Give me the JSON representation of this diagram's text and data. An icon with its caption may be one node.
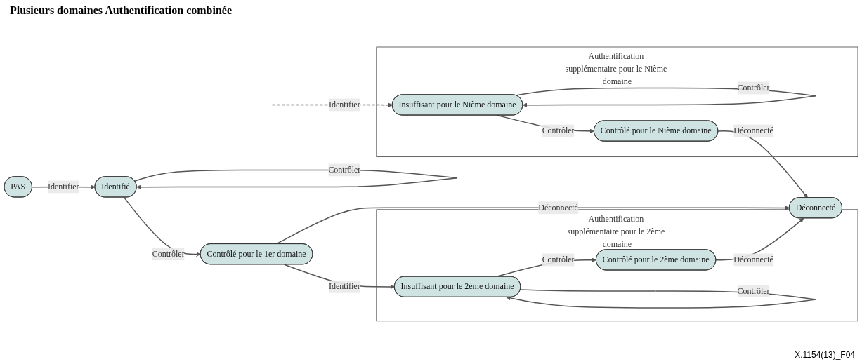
{
  "diagram": {
    "title": "Plusieurs domaines Authentification combinée",
    "nodes": [
      {
        "text": [
          "PAS"
        ]
      },
      {
        "text": [
          "Identifié"
        ]
      },
      {
        "text": [
          "Contrôlé pour le 1er domaine"
        ]
      },
      {
        "text": [
          "Authentification supplémentaire pour le 2ème domaine"
        ]
      },
      {
        "text": [
          "Insuffisant pour le 2ème domaine"
        ],
        "in": 3
      },
      {
        "text": [
          "Contrôlé pour le 2ème domaine"
        ],
        "in": 3
      },
      {
        "text": [
          "Déconnecté"
        ]
      },
      {
        "text": [
          "Authentification supplémentaire pour le Nième domaine"
        ]
      },
      {
        "text": [
          "Insuffisant pour le Nième domaine"
        ],
        "in": 7
      },
      {
        "text": [
          "Contrôlé pour le Nième domaine"
        ],
        "in": 7
      }
    ],
    "edges": [
      {
        "from": 0,
        "to": 1,
        "arrow": "to",
        "label": "Identifier"
      },
      {
        "from": 1,
        "to": 1,
        "arrow": "to",
        "label": "Contrôler"
      },
      {
        "from": 1,
        "to": 2,
        "arrow": "to",
        "label": "Contrôler"
      },
      {
        "from": 2,
        "to": 4,
        "arrow": "to",
        "label": "Identifier"
      },
      {
        "from": 2,
        "to": 6,
        "arrow": "to",
        "label": "Déconnecté"
      },
      {
        "from": 4,
        "to": 4,
        "arrow": "to",
        "label": "Contrôler"
      },
      {
        "from": 4,
        "to": 5,
        "arrow": "to",
        "label": "Contrôler"
      },
      {
        "from": 5,
        "to": 6,
        "arrow": "to",
        "label": "Déconnecté"
      },
      {
        "from": null,
        "to": 8,
        "arrow": "to",
        "label": "Identifier",
        "style": "dashed"
      },
      {
        "from": 8,
        "to": 8,
        "arrow": "to",
        "label": "Contrôler"
      },
      {
        "from": 8,
        "to": 9,
        "arrow": "to",
        "label": "Contrôler"
      },
      {
        "from": 9,
        "to": 6,
        "arrow": "to",
        "label": "Déconnecté"
      }
    ],
    "labels": [
      "X.1154(13)_F04"
    ]
  }
}
